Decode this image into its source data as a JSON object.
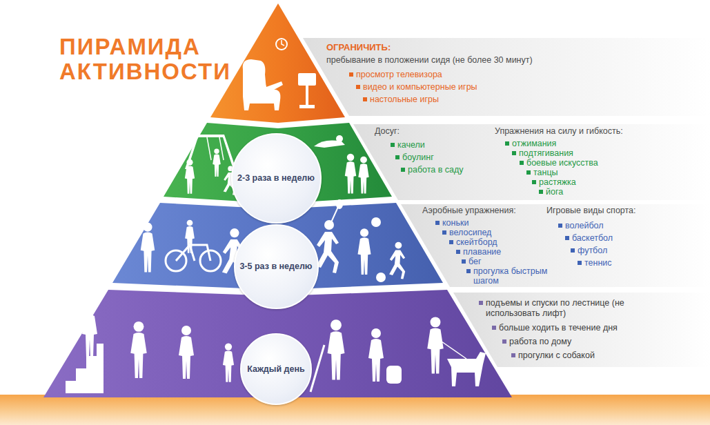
{
  "diagram": {
    "title": "ПИРАМИДА АКТИВНОСТИ",
    "nodes": [
      {
        "text": [
          "ОГРАНИЧИТЬ:",
          "пребывание в положении сидя (не более 30 минут)",
          "просмотр телевизора",
          "видео и компьютерные игры",
          "настольные игры"
        ]
      },
      {
        "text": [
          "2-3 раза в неделю"
        ]
      },
      {
        "text": [
          "Досуг:",
          "качели",
          "боулинг",
          "работа в саду",
          "Упражнения на силу и гибкость:",
          "отжимания",
          "подтягивания",
          "боевые искусства",
          "танцы",
          "растяжка",
          "йога"
        ]
      },
      {
        "text": [
          "3-5 раз в неделю"
        ]
      },
      {
        "text": [
          "Аэробные упражнения:",
          "коньки",
          "велосипед",
          "скейтборд",
          "плавание",
          "бег",
          "прогулка быстрым шагом",
          "Игровые виды спорта:",
          "волейбол",
          "баскетбол",
          "футбол",
          "теннис"
        ]
      },
      {
        "text": [
          "Каждый день"
        ]
      },
      {
        "text": [
          "подъемы и спуски по лестнице (не использовать лифт)",
          "больше ходить в течение дня",
          "работа по дому",
          "прогулки с собакой"
        ]
      }
    ]
  }
}
